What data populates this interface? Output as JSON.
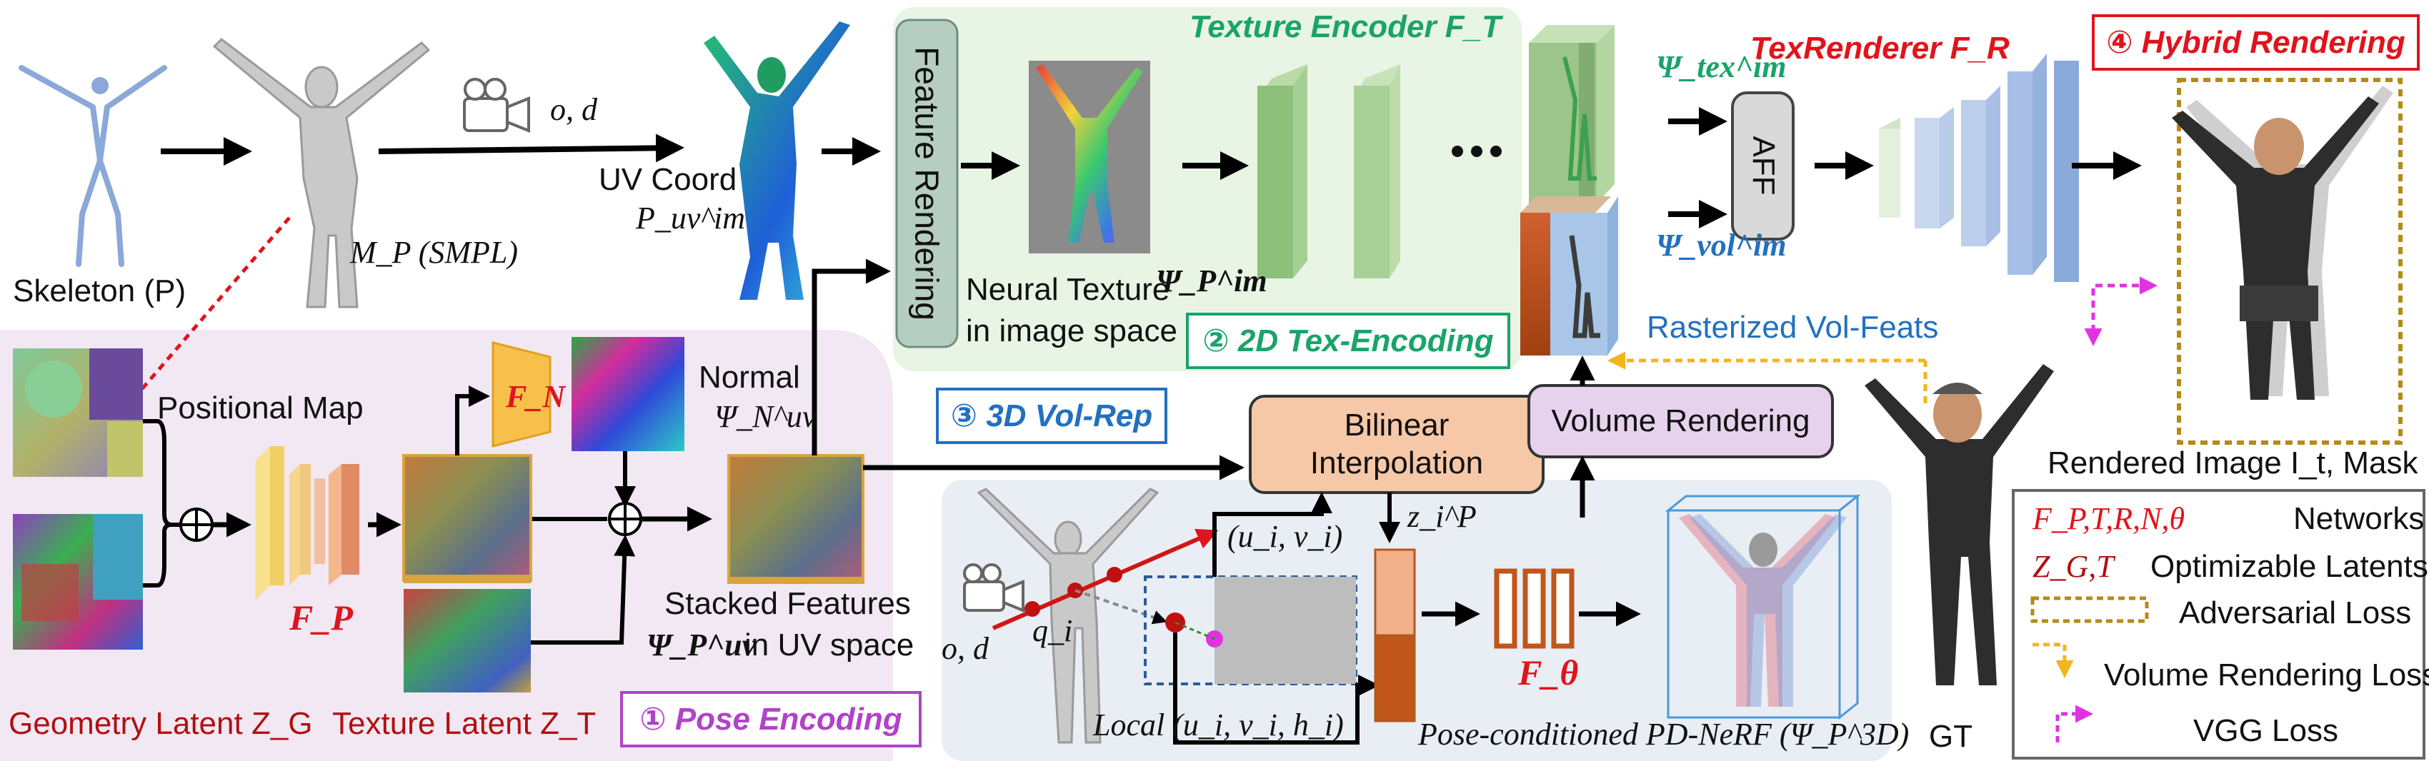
{
  "colors": {
    "pose_bg": "#f1e8f3",
    "tex_bg": "#e8f4e4",
    "vol_bg": "#e9eef4",
    "red": "#e0141c",
    "green": "#1aa36a",
    "blue": "#2270c0",
    "purple": "#b043c8",
    "orange_box": "#f6c8a8",
    "purple_box": "#e6d2ec",
    "gold": "#b58a17"
  },
  "labels": {
    "skeleton": "Skeleton (P)",
    "smpl": "M_P (SMPL)",
    "o_d_top": "o, d",
    "uv_coord": "UV Coord",
    "p_uv_im": "P_uv^im",
    "feature_rendering": "Feature Rendering",
    "texture_encoder": "Texture Encoder F_T",
    "neural_texture_1": "Neural Texture",
    "neural_texture_psi": "Ψ_P^im",
    "neural_texture_2": "in image space",
    "tex_encoding": "② 2D Tex-Encoding",
    "psi_tex": "Ψ_tex^im",
    "psi_vol": "Ψ_vol^im",
    "rasterized": "Rasterized Vol-Feats",
    "tex_renderer": "TexRenderer F_R",
    "aff": "AFF",
    "hybrid_rendering": "④ Hybrid Rendering",
    "rendered_image": "Rendered Image I_t, Mask",
    "gt": "GT",
    "positional_map": "Positional Map",
    "f_n": "F_N",
    "normal": "Normal",
    "psi_n_uv": "Ψ_N^uv",
    "f_p": "F_P",
    "stacked_1": "Stacked Features",
    "stacked_psi": "Ψ_P^uv",
    "stacked_2": "in UV space",
    "geometry_latent": "Geometry Latent Z_G",
    "texture_latent": "Texture Latent Z_T",
    "pose_encoding": "① Pose Encoding",
    "vol_rep": "③ 3D Vol-Rep",
    "bilinear": "Bilinear\nInterpolation",
    "volume_rendering": "Volume Rendering",
    "ui_vi": "(u_i, v_i)",
    "zip": "z_i^P",
    "f_theta": "F_θ",
    "o_d_bottom": "o, d",
    "q_i": "q_i",
    "local": "Local (u_i, v_i, h_i)",
    "pd_nerf": "Pose-conditioned PD-NeRF (Ψ_P^3D)"
  },
  "legend": {
    "networks_sym": "F_P,T,R,N,θ",
    "networks": "Networks",
    "latents_sym": "Z_G,T",
    "latents": "Optimizable Latents",
    "adversarial": "Adversarial Loss",
    "volume_loss": "Volume Rendering Loss",
    "vgg": "VGG Loss"
  }
}
